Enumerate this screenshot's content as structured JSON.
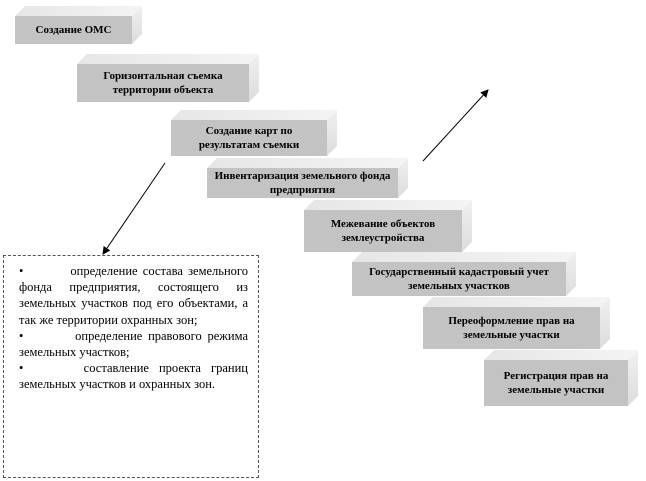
{
  "steps": [
    "Создание ОМС",
    "Горизонтальная съемка территории объекта",
    "Создание карт по результатам съемки",
    "Инвентаризация земельного фонда предприятия",
    "Межевание объектов землеустройства",
    "Государственный кадастровый учет земельных участков",
    "Переоформление прав на земельные участки",
    "Регистрация прав на земельные участки"
  ],
  "description": {
    "bullet": "•",
    "items": [
      "определение состава земельного фонда предприятия, состоящего из земельных участков под его объектами, а так же территории охранных зон;",
      "определение правового режима земельных участков;",
      "составление проекта границ земельных участков и охранных зон."
    ]
  }
}
